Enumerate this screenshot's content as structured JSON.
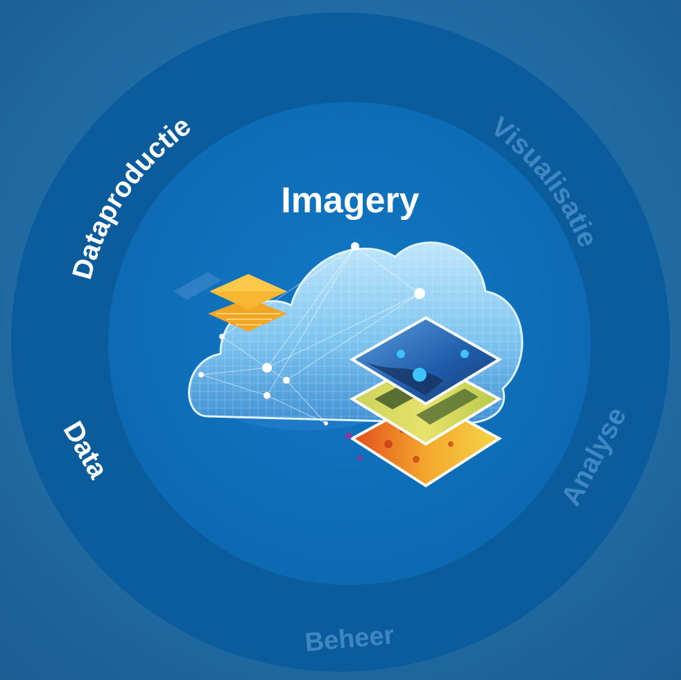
{
  "diagram": {
    "center_title": "Imagery",
    "ring_segments": [
      {
        "label": "Dataproductie",
        "state": "active"
      },
      {
        "label": "Visualisatie",
        "state": "inactive"
      },
      {
        "label": "Analyse",
        "state": "inactive"
      },
      {
        "label": "Beheer",
        "state": "inactive"
      },
      {
        "label": "Data",
        "state": "active"
      }
    ]
  },
  "colors": {
    "background": "#1f6ca6",
    "outer_ring": "#0a5c9c",
    "inner_disc": "#0d6fbb",
    "active_text": "#ffffff",
    "inactive_text": "#3f86c2",
    "accent_orange": "#f5a623"
  },
  "icons": [
    "cloud-icon",
    "layer-stack-icon",
    "imagery-layers-icon"
  ]
}
